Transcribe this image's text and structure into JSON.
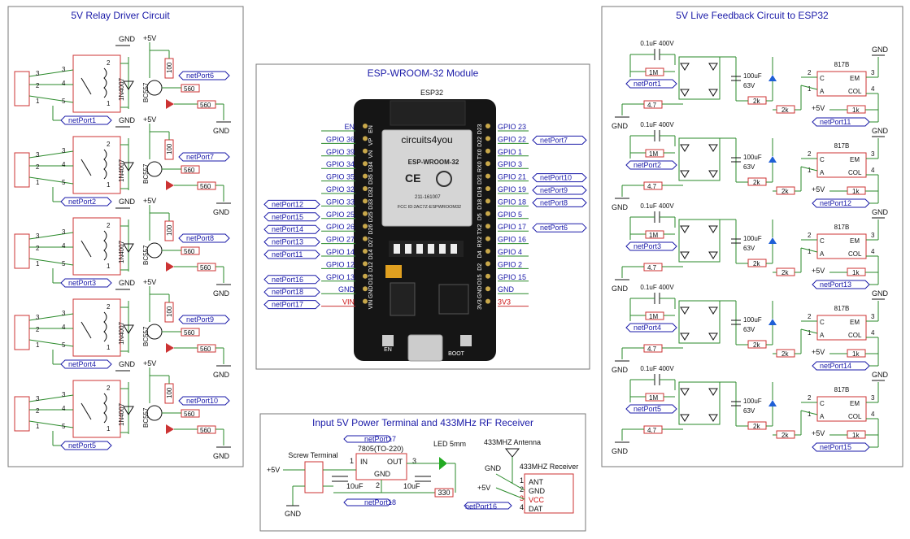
{
  "panels": {
    "relay": {
      "title": "5V Relay Driver Circuit"
    },
    "esp": {
      "title": "ESP-WROOM-32 Module"
    },
    "power": {
      "title": "Input 5V Power Terminal and 433MHz RF Receiver"
    },
    "feedback": {
      "title": "5V Live Feedback Circuit to ESP32"
    }
  },
  "relay_stage": {
    "gnd": "GND",
    "vcc": "+5V",
    "diode": "1N4007",
    "transistor": "BC557",
    "r_base": "100",
    "r_ind": "560",
    "r_led": "560",
    "pins": [
      "3",
      "4",
      "5",
      "2",
      "1",
      "2",
      "1"
    ],
    "outputs": [
      "netPort6",
      "netPort7",
      "netPort8",
      "netPort9",
      "netPort10"
    ],
    "inputs": [
      "netPort1",
      "netPort2",
      "netPort3",
      "netPort4",
      "netPort5"
    ]
  },
  "esp": {
    "label": "ESP32",
    "brand": "circuits4you",
    "module": "ESP-WROOM-32",
    "fcc": "FCC ID:2AC7Z-ESPWROOM32",
    "code": "211-161007",
    "btn_en": "EN",
    "btn_boot": "BOOT",
    "left_pins": [
      "EN",
      "VP",
      "VN",
      "D34",
      "D35",
      "D32",
      "D33",
      "D25",
      "D26",
      "D27",
      "D14",
      "D12",
      "D13",
      "GND",
      "VIN"
    ],
    "right_pins": [
      "D23",
      "D22",
      "TX0",
      "RX0",
      "D21",
      "D19",
      "D18",
      "D5",
      "TX2",
      "RX2",
      "D4",
      "D2",
      "D15",
      "GND",
      "3V3"
    ],
    "left_labels": [
      "EN",
      "GPIO 36",
      "GPIO 39",
      "GPIO 34",
      "GPIO 35",
      "GPIO 32",
      "GPIO 33",
      "GPIO 25",
      "GPIO 26",
      "GPIO 27",
      "GPIO 14",
      "GPIO 12",
      "GPIO 13",
      "GND",
      "VIN"
    ],
    "right_labels": [
      "GPIO 23",
      "GPIO 22",
      "GPIO 1",
      "GPIO 3",
      "GPIO 21",
      "GPIO 19",
      "GPIO 18",
      "GPIO 5",
      "GPIO 17",
      "GPIO 16",
      "GPIO 4",
      "GPIO 2",
      "GPIO 15",
      "GND",
      "3V3"
    ],
    "left_ports": [
      "",
      "",
      "",
      "",
      "",
      "",
      "netPort12",
      "netPort15",
      "netPort14",
      "netPort13",
      "netPort11",
      "",
      "netPort16",
      "netPort18",
      "netPort17"
    ],
    "right_ports": [
      "",
      "netPort7",
      "",
      "",
      "netPort10",
      "netPort9",
      "netPort8",
      "",
      "netPort6",
      "",
      "",
      "",
      "",
      "",
      ""
    ]
  },
  "power": {
    "screw": "Screw Terminal",
    "vin": "+5V",
    "gnd": "GND",
    "reg": "7805(TO-220)",
    "reg_in": "IN",
    "reg_out": "OUT",
    "reg_gnd": "GND",
    "pin1": "1",
    "pin2": "2",
    "pin3": "3",
    "cap1": "10uF",
    "cap2": "10uF",
    "led": "LED 5mm",
    "r": "330",
    "port_top": "netPort17",
    "port_bot": "netPort18",
    "antenna": "433MHZ Antenna",
    "rx_title": "433MHZ Receiver",
    "rx_pins": [
      "ANT",
      "GND",
      "VCC",
      "DAT"
    ],
    "rx_nums": [
      "1",
      "2",
      "3",
      "4"
    ],
    "rx_vcc": "+5V",
    "rx_gnd": "GND",
    "rx_port": "netPort16"
  },
  "fb_stage": {
    "cap": "0.1uF 400V",
    "r1m": "1M",
    "r47": "4.7",
    "cap100": "100uF",
    "v63": "63V",
    "r2k": "2k",
    "r1k": "1k",
    "opto": "817B",
    "c": "C",
    "a": "A",
    "em": "EM",
    "col": "COL",
    "vcc": "+5V",
    "gnd": "GND",
    "inputs": [
      "netPort1",
      "netPort2",
      "netPort3",
      "netPort4",
      "netPort5"
    ],
    "outputs": [
      "netPort11",
      "netPort12",
      "netPort13",
      "netPort14",
      "netPort15"
    ]
  }
}
